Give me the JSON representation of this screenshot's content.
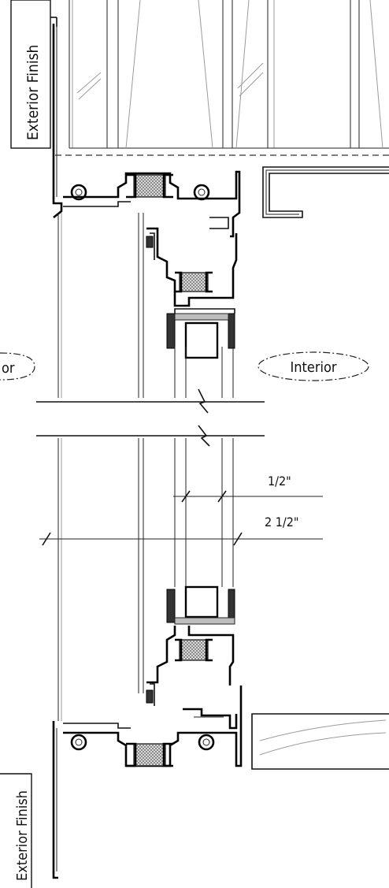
{
  "labels": {
    "exterior_finish_top": "Exterior Finish",
    "exterior_finish_bottom": "Exterior Finish",
    "exterior_partial": "or",
    "interior": "Interior"
  },
  "dimensions": {
    "glass_thickness": "1/2\"",
    "frame_depth": "2 1/2\""
  }
}
